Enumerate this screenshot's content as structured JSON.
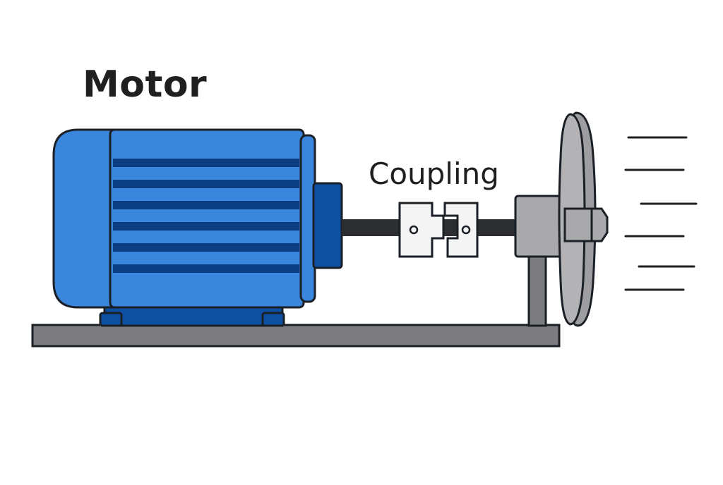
{
  "labels": {
    "motor": "Motor",
    "coupling": "Coupling"
  },
  "components": {
    "motor": "electric-motor",
    "coupling": "jaw-coupling",
    "fan": "propeller-fan",
    "shaft": "drive-shaft",
    "base": "base-plate",
    "airflow": "airflow-lines"
  },
  "colors": {
    "motor_body": "#3a86dc",
    "motor_dark": "#0d4fa0",
    "motor_stripe": "#0a3d82",
    "outline": "#1b1f26",
    "shaft": "#2b2d31",
    "coupling": "#f4f4f4",
    "fan": "#a9a9ab",
    "base": "#7c7c7e",
    "airflow": "#1f1f1f"
  }
}
